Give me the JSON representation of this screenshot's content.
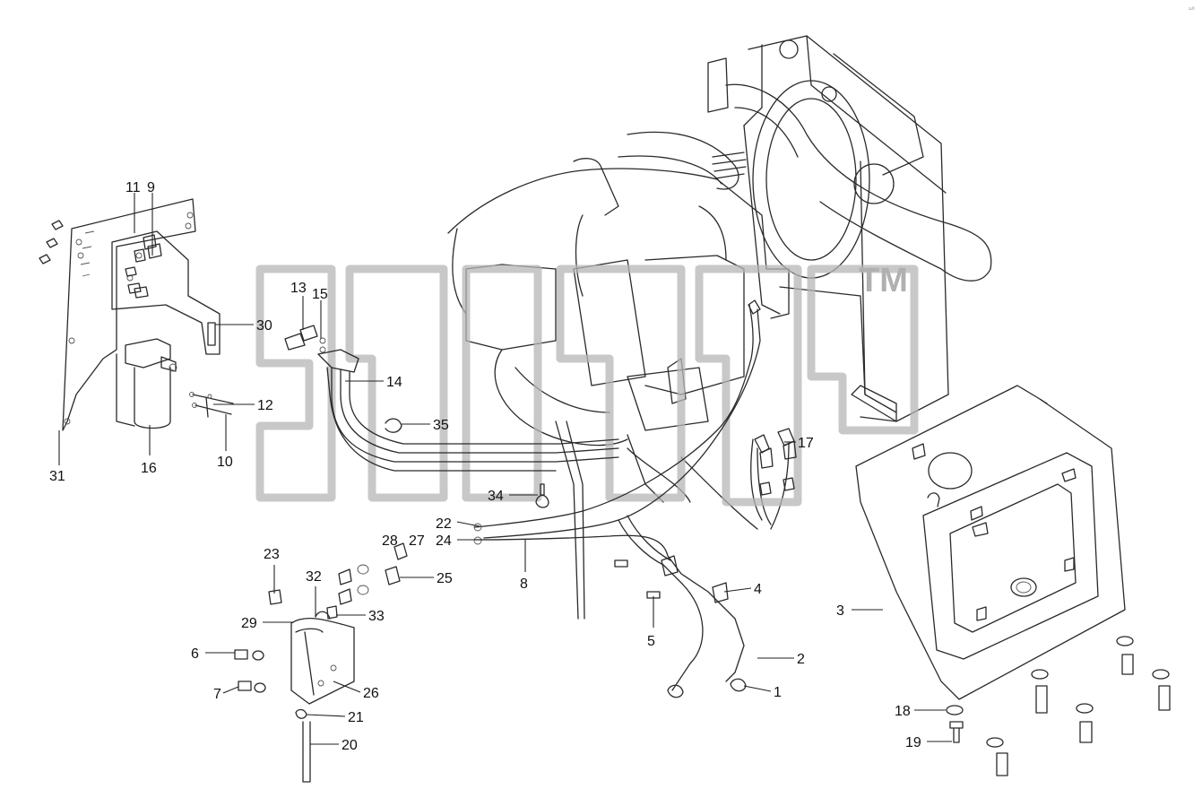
{
  "watermark": {
    "trademark": "TM"
  },
  "corner_mark": "≈ᵃ",
  "callouts": [
    "1",
    "2",
    "3",
    "4",
    "5",
    "6",
    "7",
    "8",
    "9",
    "10",
    "11",
    "12",
    "13",
    "14",
    "15",
    "16",
    "17",
    "18",
    "19",
    "20",
    "21",
    "22",
    "23",
    "24",
    "25",
    "26",
    "27",
    "28",
    "29",
    "30",
    "31",
    "32",
    "33",
    "34",
    "35"
  ]
}
